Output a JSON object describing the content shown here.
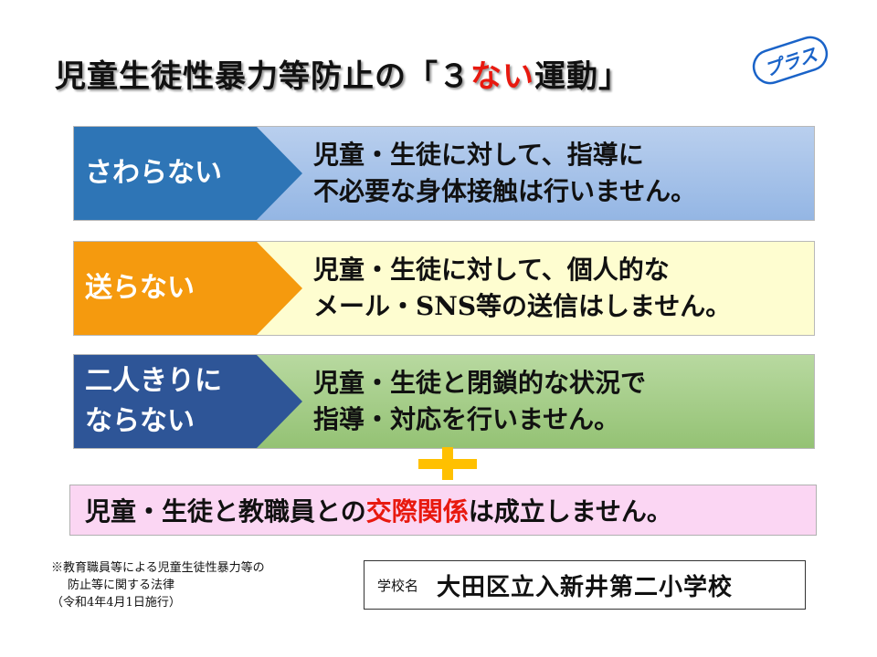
{
  "title": {
    "before": "児童生徒性暴力等防止の「３",
    "accent": "ない",
    "after": "運動」"
  },
  "plus_badge": {
    "text": "プラス",
    "color": "#1a63c8"
  },
  "rows": [
    {
      "label_lines": [
        "さわらない"
      ],
      "desc_lines": [
        "児童・生徒に対して、指導に",
        "不必要な身体接触は行いません。"
      ],
      "label_color": "#2e75b6",
      "bg_color": "#9dbbe6"
    },
    {
      "label_lines": [
        "送らない"
      ],
      "desc_lines": [
        "児童・生徒に対して、個人的な",
        "メール・SNS等の送信はしません。"
      ],
      "label_color": "#f59a0e",
      "bg_color": "#fefdd0"
    },
    {
      "label_lines": [
        "二人きりに",
        "ならない"
      ],
      "desc_lines": [
        "児童・生徒と閉鎖的な状況で",
        "指導・対応を行いません。"
      ],
      "label_color": "#2e5597",
      "bg_color": "#a4cc86"
    }
  ],
  "plus_sign_color": "#ffc000",
  "relation": {
    "before": "児童・生徒と教職員との",
    "accent": "交際関係",
    "after": "は成立しません。"
  },
  "note": {
    "line1": "※教育職員等による児童生徒性暴力等の",
    "line2": "防止等に関する法律",
    "line3": "（令和4年4月1日施行）"
  },
  "school": {
    "label": "学校名",
    "name": "大田区立入新井第二小学校"
  },
  "colors": {
    "accent_red": "#e8190f",
    "relation_bg": "#fbd6f3"
  }
}
